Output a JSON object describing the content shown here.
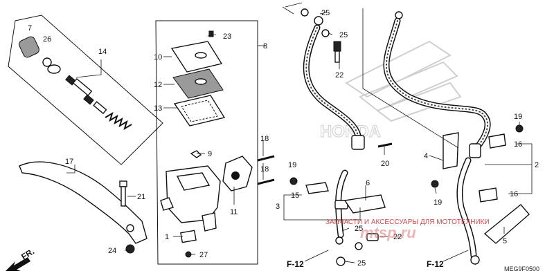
{
  "diagram": {
    "code": "MEG9F0500",
    "orientation": "FR.",
    "refs": [
      "F-12",
      "F-12"
    ],
    "brand_logo": "HONDA",
    "watermark": "ЗАПЧАСТИ И АКСЕССУАРЫ ДЛЯ МОТОТЕХНИКИ",
    "watermark_site": "mtsp.ru",
    "callouts": {
      "c1": "1",
      "c2": "2",
      "c3": "3",
      "c4": "4",
      "c5": "5",
      "c6": "6",
      "c7": "7",
      "c8": "8",
      "c9": "9",
      "c10": "10",
      "c11": "11",
      "c12": "12",
      "c13": "13",
      "c14": "14",
      "c15": "15",
      "c16a": "16",
      "c16b": "16",
      "c17": "17",
      "c18a": "18",
      "c18b": "18",
      "c19a": "19",
      "c19b": "19",
      "c19c": "19",
      "c20": "20",
      "c21": "21",
      "c22a": "22",
      "c22b": "22",
      "c23": "23",
      "c24": "24",
      "c25a": "25",
      "c25b": "25",
      "c25c": "25",
      "c25d": "25",
      "c26": "26",
      "c27": "27"
    }
  }
}
